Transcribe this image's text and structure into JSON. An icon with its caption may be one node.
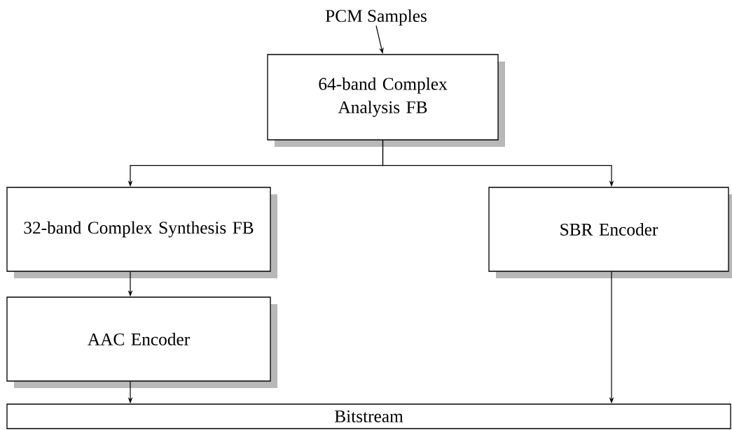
{
  "diagram": {
    "nodes": [
      {
        "text": [
          "PCM Samples"
        ]
      },
      {
        "text": [
          "64-band Complex Analysis FB"
        ]
      },
      {
        "text": [
          "32-band Complex Synthesis FB"
        ]
      },
      {
        "text": [
          "SBR Encoder"
        ]
      },
      {
        "text": [
          "AAC Encoder"
        ]
      },
      {
        "text": [
          "Bitstream"
        ]
      }
    ],
    "edges": [
      {
        "from": 0,
        "to": 1,
        "arrow": "to"
      },
      {
        "from": 1,
        "to": 2,
        "arrow": "to"
      },
      {
        "from": 1,
        "to": 3,
        "arrow": "to"
      },
      {
        "from": 2,
        "to": 4,
        "arrow": "to"
      },
      {
        "from": 4,
        "to": 5,
        "arrow": "to"
      },
      {
        "from": 3,
        "to": 5,
        "arrow": "to"
      }
    ]
  }
}
